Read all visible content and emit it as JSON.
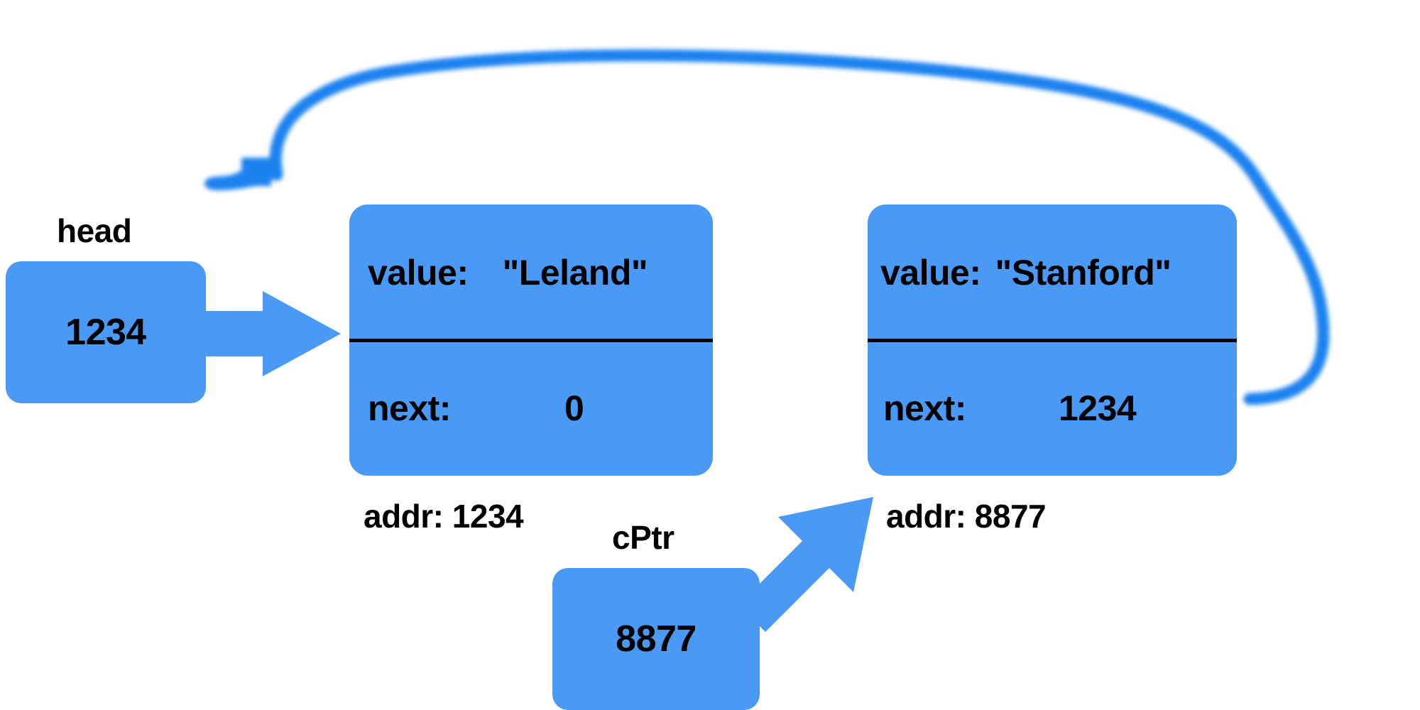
{
  "diagram": {
    "title": "linked-list-pointer-diagram",
    "colors": {
      "node_fill": "#4a9af5",
      "pointer_fill": "#4a9af5",
      "arrow_fill": "#4a9af5",
      "hand_drawn_stroke": "#1f82f0",
      "text": "#000000",
      "divider": "#000000",
      "background": "#ffffff"
    }
  },
  "pointers": [
    {
      "id": "head",
      "label": "head",
      "value": "1234"
    },
    {
      "id": "cPtr",
      "label": "cPtr",
      "value": "8877"
    }
  ],
  "nodes": [
    {
      "id": "node-leland",
      "value_key": "value:",
      "value_text": "\"Leland\"",
      "next_key": "next:",
      "next_text": "0",
      "addr_label": "addr: 1234"
    },
    {
      "id": "node-stanford",
      "value_key": "value:",
      "value_text": "\"Stanford\"",
      "next_key": "next:",
      "next_text": "1234",
      "addr_label": "addr: 8877"
    }
  ],
  "arrows": [
    {
      "id": "head-to-node1",
      "kind": "block-arrow",
      "from": "head",
      "to": "node-leland"
    },
    {
      "id": "cPtr-to-node2",
      "kind": "block-arrow-diagonal",
      "from": "cPtr",
      "to": "node-stanford"
    },
    {
      "id": "node2-next-to-node1",
      "kind": "hand-drawn-curve",
      "from": "node-stanford",
      "to": "node-leland"
    }
  ]
}
